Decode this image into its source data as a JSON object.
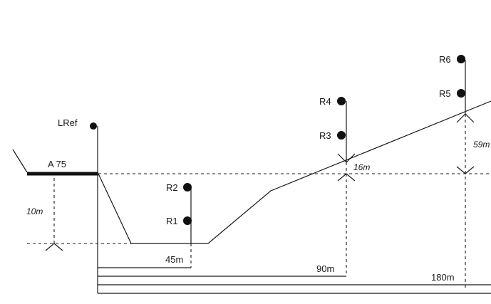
{
  "labels": {
    "lref": "LRef",
    "source": "A 75",
    "r1": "R1",
    "r2": "R2",
    "r3": "R3",
    "r4": "R4",
    "r5": "R5",
    "r6": "R6",
    "height_source": "10m",
    "height_slope": "16m",
    "height_right": "59m",
    "dist_45": "45m",
    "dist_90": "90m",
    "dist_180": "180m"
  }
}
